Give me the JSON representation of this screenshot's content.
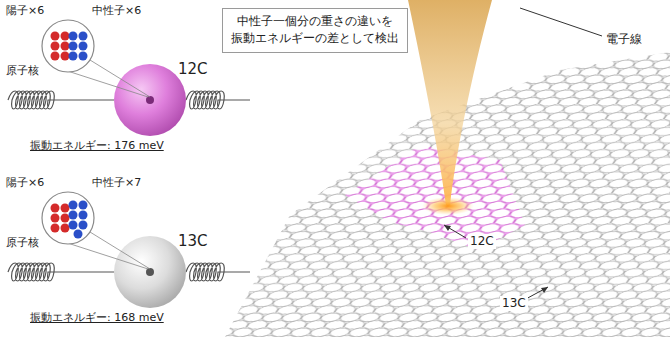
{
  "diagram": {
    "nodes": [
      {
        "text": [
          "中性子一個分の重さの違いを 振動エネルギーの差として検出"
        ]
      }
    ],
    "labels": [
      "陽子×6",
      "中性子×6",
      "12C",
      "原子核",
      "振動エネルギー: 176 meV",
      "陽子×6",
      "中性子×7",
      "13C",
      "原子核",
      "振動エネルギー: 168 meV",
      "電子線",
      "12C",
      "13C"
    ]
  }
}
